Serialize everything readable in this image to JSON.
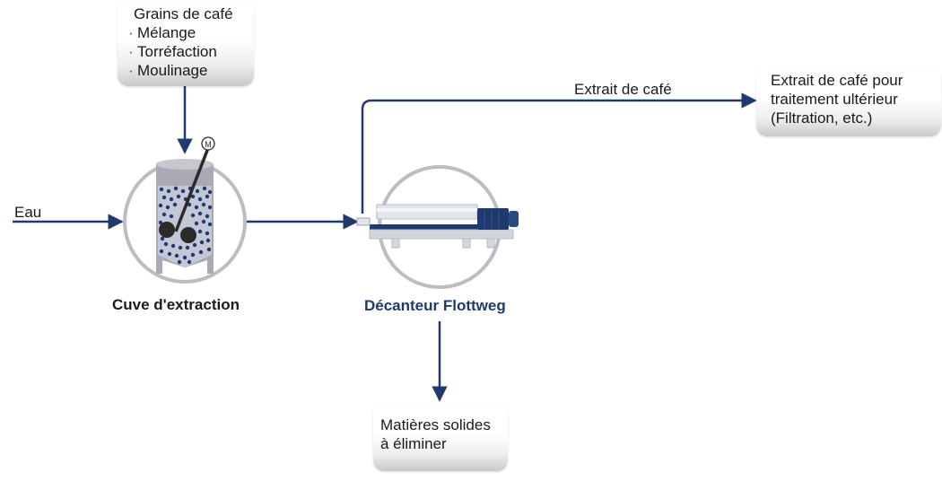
{
  "colors": {
    "arrow": "#1f3a6e",
    "circle": "#bcbcc2",
    "tank": "#a9aab4",
    "decanter_frame": "#d4d6de",
    "decanter_blue": "#1f3a6e",
    "box_shadow": "#c9c9c9",
    "label_blue": "#1f3a6e"
  },
  "inputs": {
    "grains_title": "Grains de café",
    "grains_steps": [
      "Mélange",
      "Torréfaction",
      "Moulinage"
    ],
    "water_label": "Eau"
  },
  "equipment": {
    "tank_label": "Cuve d'extraction",
    "motor_symbol": "M",
    "decanter_label": "Décanteur Flottweg"
  },
  "outputs": {
    "extract_flow_label": "Extrait de café",
    "extract_box_lines": [
      "Extrait de café pour",
      "traitement ultérieur",
      "(Filtration, etc.)"
    ],
    "solids_box_lines": [
      "Matières solides",
      "à éliminer"
    ]
  }
}
